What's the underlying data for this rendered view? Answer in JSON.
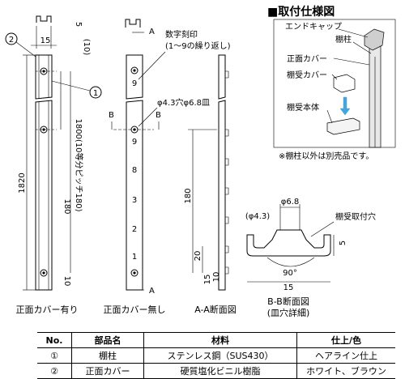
{
  "figures": {
    "front_with_cover": "正面カバー有り",
    "front_without_cover": "正面カバー無し",
    "section_aa": "A-A断面図",
    "section_bb_line1": "B-B断面図",
    "section_bb_line2": "(皿穴詳細)"
  },
  "labels": {
    "digit_engraving_1": "数字刻印",
    "digit_engraving_2": "(1～9の繰り返し)",
    "hole_spec": "φ4.3穴φ6.8皿",
    "mount_hole": "棚受取付穴",
    "a_mark": "A",
    "b_mark": "B",
    "part1": "1",
    "part2": "2"
  },
  "dimensions": {
    "total_length": "1820",
    "pitch": "1800(10等分ピッチ180)",
    "top_width": "15",
    "top_10": "(10)",
    "top_5": "5",
    "left_180": "180",
    "left_10": "10",
    "aa_180": "180",
    "aa_20": "20",
    "aa_10": "10",
    "aa_15": "15",
    "bb_68": "φ6.8",
    "bb_43": "(φ4.3)",
    "bb_5": "5",
    "bb_90": "90°",
    "bb_15": "15"
  },
  "digits": [
    "9",
    "9",
    "8",
    "3",
    "2",
    "1"
  ],
  "inset": {
    "title": "■取付仕様図",
    "end_cap": "エンドキャップ",
    "post": "棚柱",
    "front_cover": "正面カバー",
    "bracket_cover": "棚受カバー",
    "bracket_body": "棚受本体",
    "note": "※棚柱以外は別売品です。"
  },
  "table": {
    "headers": [
      "No.",
      "部品名",
      "材料",
      "仕上/色"
    ],
    "rows": [
      [
        "①",
        "棚柱",
        "ステンレス鋼（SUS430）",
        "ヘアライン仕上"
      ],
      [
        "②",
        "正面カバー",
        "硬質塩化ビニル樹脂",
        "ホワイト、ブラウン"
      ]
    ]
  }
}
